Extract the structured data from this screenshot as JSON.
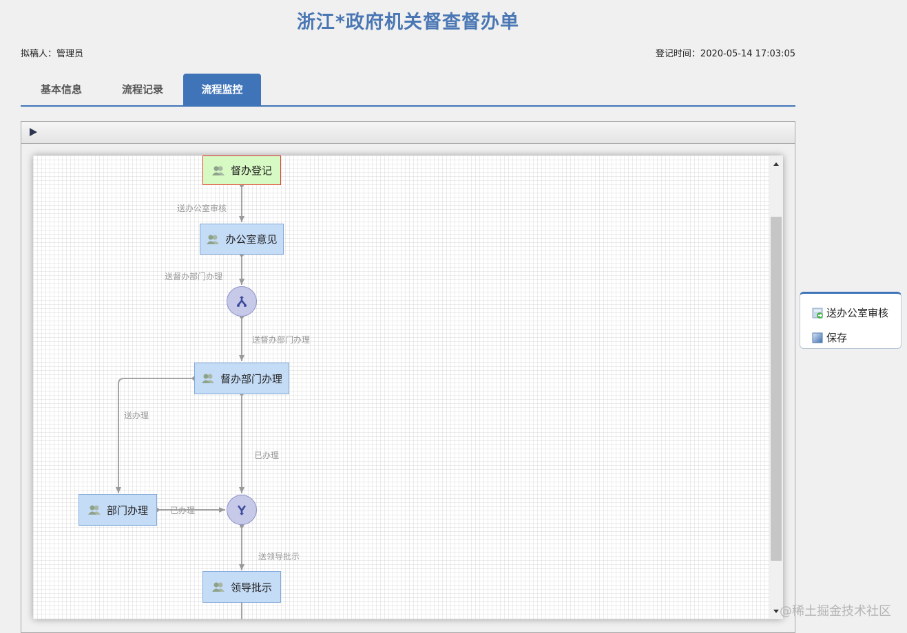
{
  "header": {
    "title": "浙江*政府机关督查督办单",
    "drafter": "拟稿人：管理员",
    "register_time": "登记时间：2020-05-14 17:03:05"
  },
  "tabs": [
    {
      "label": "基本信息",
      "active": false
    },
    {
      "label": "流程记录",
      "active": false
    },
    {
      "label": "流程监控",
      "active": true
    }
  ],
  "workflow": {
    "nodes": {
      "start": "督办登记",
      "office_opinion": "办公室意见",
      "supervise_dept": "督办部门办理",
      "dept_handle": "部门办理",
      "leader": "领导批示"
    },
    "edges": {
      "to_office_review": "送办公室审核",
      "to_supervise_dept_1": "送督办部门办理",
      "to_supervise_dept_2": "送督办部门办理",
      "to_handle": "送办理",
      "done_1": "已办理",
      "done_2": "已办理",
      "to_leader": "送领导批示"
    },
    "gateways": {
      "fork_icon": "fork-icon",
      "join_icon": "join-icon"
    }
  },
  "actions": [
    {
      "label": "送办公室审核",
      "icon": "send-icon"
    },
    {
      "label": "保存",
      "icon": "save-icon"
    }
  ],
  "watermark": "@稀土掘金技术社区",
  "colors": {
    "accent": "#3f74b8",
    "title": "#4a77b4",
    "task_fill": "#c5dcf7",
    "start_fill": "#d7f9c3",
    "start_border": "#e23b2b",
    "gateway_fill": "#c7c9e8"
  }
}
